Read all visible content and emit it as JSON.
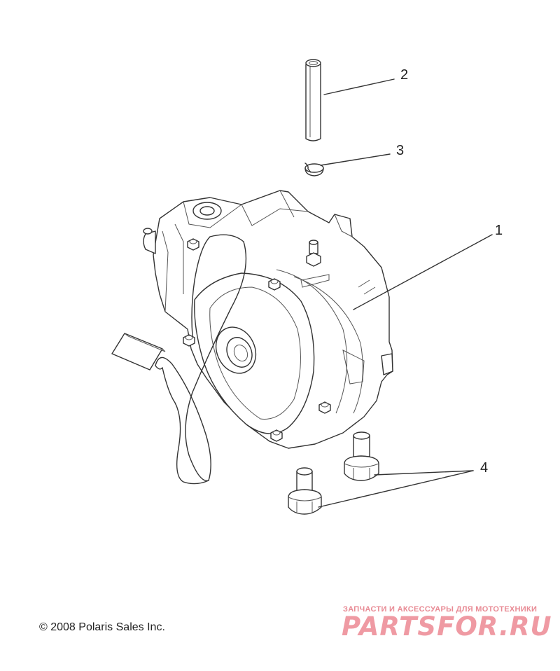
{
  "callouts": [
    {
      "id": "1",
      "label": "1"
    },
    {
      "id": "2",
      "label": "2"
    },
    {
      "id": "3",
      "label": "3"
    },
    {
      "id": "4",
      "label": "4"
    }
  ],
  "copyright": "© 2008 Polaris Sales Inc.",
  "watermark": {
    "tagline": "ЗАПЧАСТИ И АКСЕССУАРЫ ДЛЯ МОТОТЕХНИКИ",
    "logo": "PARTSFOR.RU",
    "color": "#ef9aa3"
  }
}
